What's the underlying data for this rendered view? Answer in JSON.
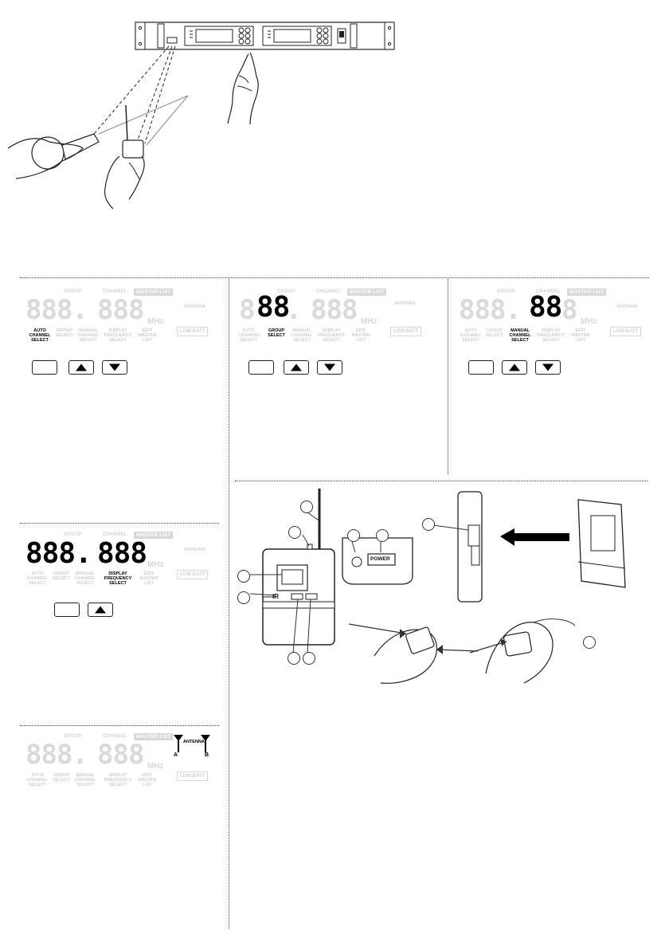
{
  "lcd_labels": {
    "group": "GROUP",
    "channel": "CHANNEL",
    "master_list": "MASTER LIST",
    "antenna": "ANTENNA",
    "antenna_a": "A",
    "antenna_b": "B",
    "mhz": "MHz",
    "low_bat": "LOW BATT",
    "digits_group": "888.",
    "digits_channel": "888",
    "auto_channel_select": "AUTO CHANNEL SELECT",
    "group_select": "GROUP SELECT",
    "manual_channel_select": "MANUAL CHANNEL SELECT",
    "display_frequency_select": "DISPLAY FREQUENCY SELECT",
    "edit_master_list": "EDIT MASTER LIST"
  },
  "panels": {
    "p1": {
      "active_label": "AUTO CHANNEL SELECT"
    },
    "p2": {
      "active_digits": "88",
      "active_label": "GROUP SELECT"
    },
    "p3": {
      "active_digits": "88",
      "active_label": "MANUAL CHANNEL SELECT"
    },
    "p4": {
      "active_digits_group": "888.",
      "active_digits_channel": "888",
      "active_label": "DISPLAY FREQUENCY SELECT"
    },
    "p5": {
      "active_label": "ANTENNA"
    }
  },
  "transmitter": {
    "ir_label": "IR",
    "power_label": "POWER"
  }
}
